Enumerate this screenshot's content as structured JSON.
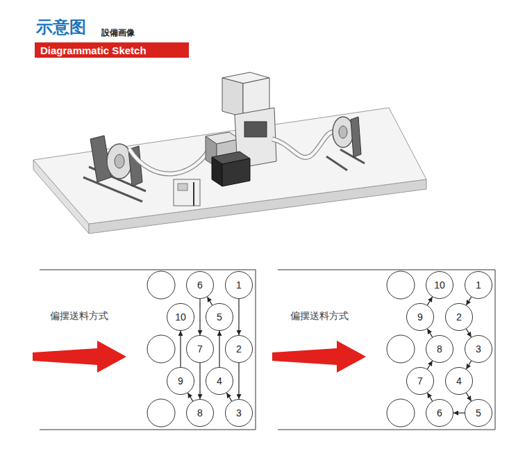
{
  "diagram": {
    "title": "示意图",
    "nodes": [
      {
        "text": [
          "Diagrammatic Sketch"
        ]
      },
      {
        "text": [
          "1"
        ]
      },
      {
        "text": [
          "2"
        ]
      },
      {
        "text": [
          "3"
        ]
      },
      {
        "text": [
          "4"
        ]
      },
      {
        "text": [
          "5"
        ]
      },
      {
        "text": [
          "6"
        ]
      },
      {
        "text": [
          "7"
        ]
      },
      {
        "text": [
          "8"
        ]
      },
      {
        "text": [
          "9"
        ]
      },
      {
        "text": [
          "10"
        ]
      },
      {
        "text": [
          "1"
        ]
      },
      {
        "text": [
          "2"
        ]
      },
      {
        "text": [
          "3"
        ]
      },
      {
        "text": [
          "4"
        ]
      },
      {
        "text": [
          "5"
        ]
      },
      {
        "text": [
          "6"
        ]
      },
      {
        "text": [
          "7"
        ]
      },
      {
        "text": [
          "8"
        ]
      },
      {
        "text": [
          "9"
        ]
      },
      {
        "text": [
          "10"
        ]
      }
    ],
    "edges": [
      {
        "from": 1,
        "to": 2,
        "arrow": "to"
      },
      {
        "from": 2,
        "to": 3,
        "arrow": "to"
      },
      {
        "from": 3,
        "to": 4,
        "arrow": "to"
      },
      {
        "from": 4,
        "to": 5,
        "arrow": "to"
      },
      {
        "from": 5,
        "to": 6,
        "arrow": "to"
      },
      {
        "from": 6,
        "to": 7,
        "arrow": "to"
      },
      {
        "from": 7,
        "to": 8,
        "arrow": "to"
      },
      {
        "from": 8,
        "to": 9,
        "arrow": "to"
      },
      {
        "from": 9,
        "to": 10,
        "arrow": "to"
      },
      {
        "from": 11,
        "to": 12,
        "arrow": "to"
      },
      {
        "from": 12,
        "to": 13,
        "arrow": "to"
      },
      {
        "from": 13,
        "to": 14,
        "arrow": "to"
      },
      {
        "from": 14,
        "to": 15,
        "arrow": "to"
      },
      {
        "from": 15,
        "to": 16,
        "arrow": "to"
      },
      {
        "from": 16,
        "to": 17,
        "arrow": "to"
      },
      {
        "from": 17,
        "to": 18,
        "arrow": "to"
      },
      {
        "from": 18,
        "to": 19,
        "arrow": "to"
      },
      {
        "from": 19,
        "to": 20,
        "arrow": "to"
      }
    ],
    "labels": [
      "設備画像",
      "偏摆送料方式",
      "偏摆送料方式"
    ]
  }
}
